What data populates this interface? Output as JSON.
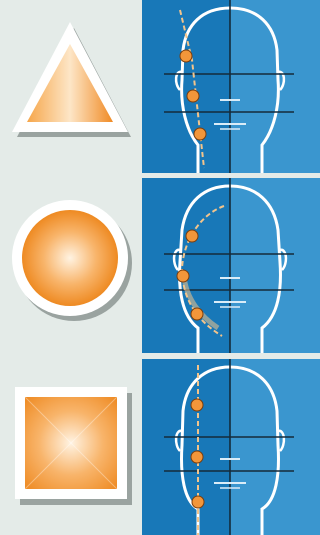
{
  "colors": {
    "background": "#e4ebe8",
    "panel_dark": "#1878b8",
    "panel_light": "#3a96cf",
    "shape_orange": "#f0932e",
    "marker_orange": "#f2963a",
    "guide_line": "#f3c48b",
    "outline": "#ffffff",
    "axis_line": "#142a3a"
  },
  "rows": [
    {
      "shape": "triangle",
      "icon": "triangle-shape-icon",
      "face": "oblong-face-illustration"
    },
    {
      "shape": "circle",
      "icon": "circle-shape-icon",
      "face": "round-face-illustration"
    },
    {
      "shape": "square",
      "icon": "square-shape-icon",
      "face": "square-face-illustration"
    }
  ]
}
